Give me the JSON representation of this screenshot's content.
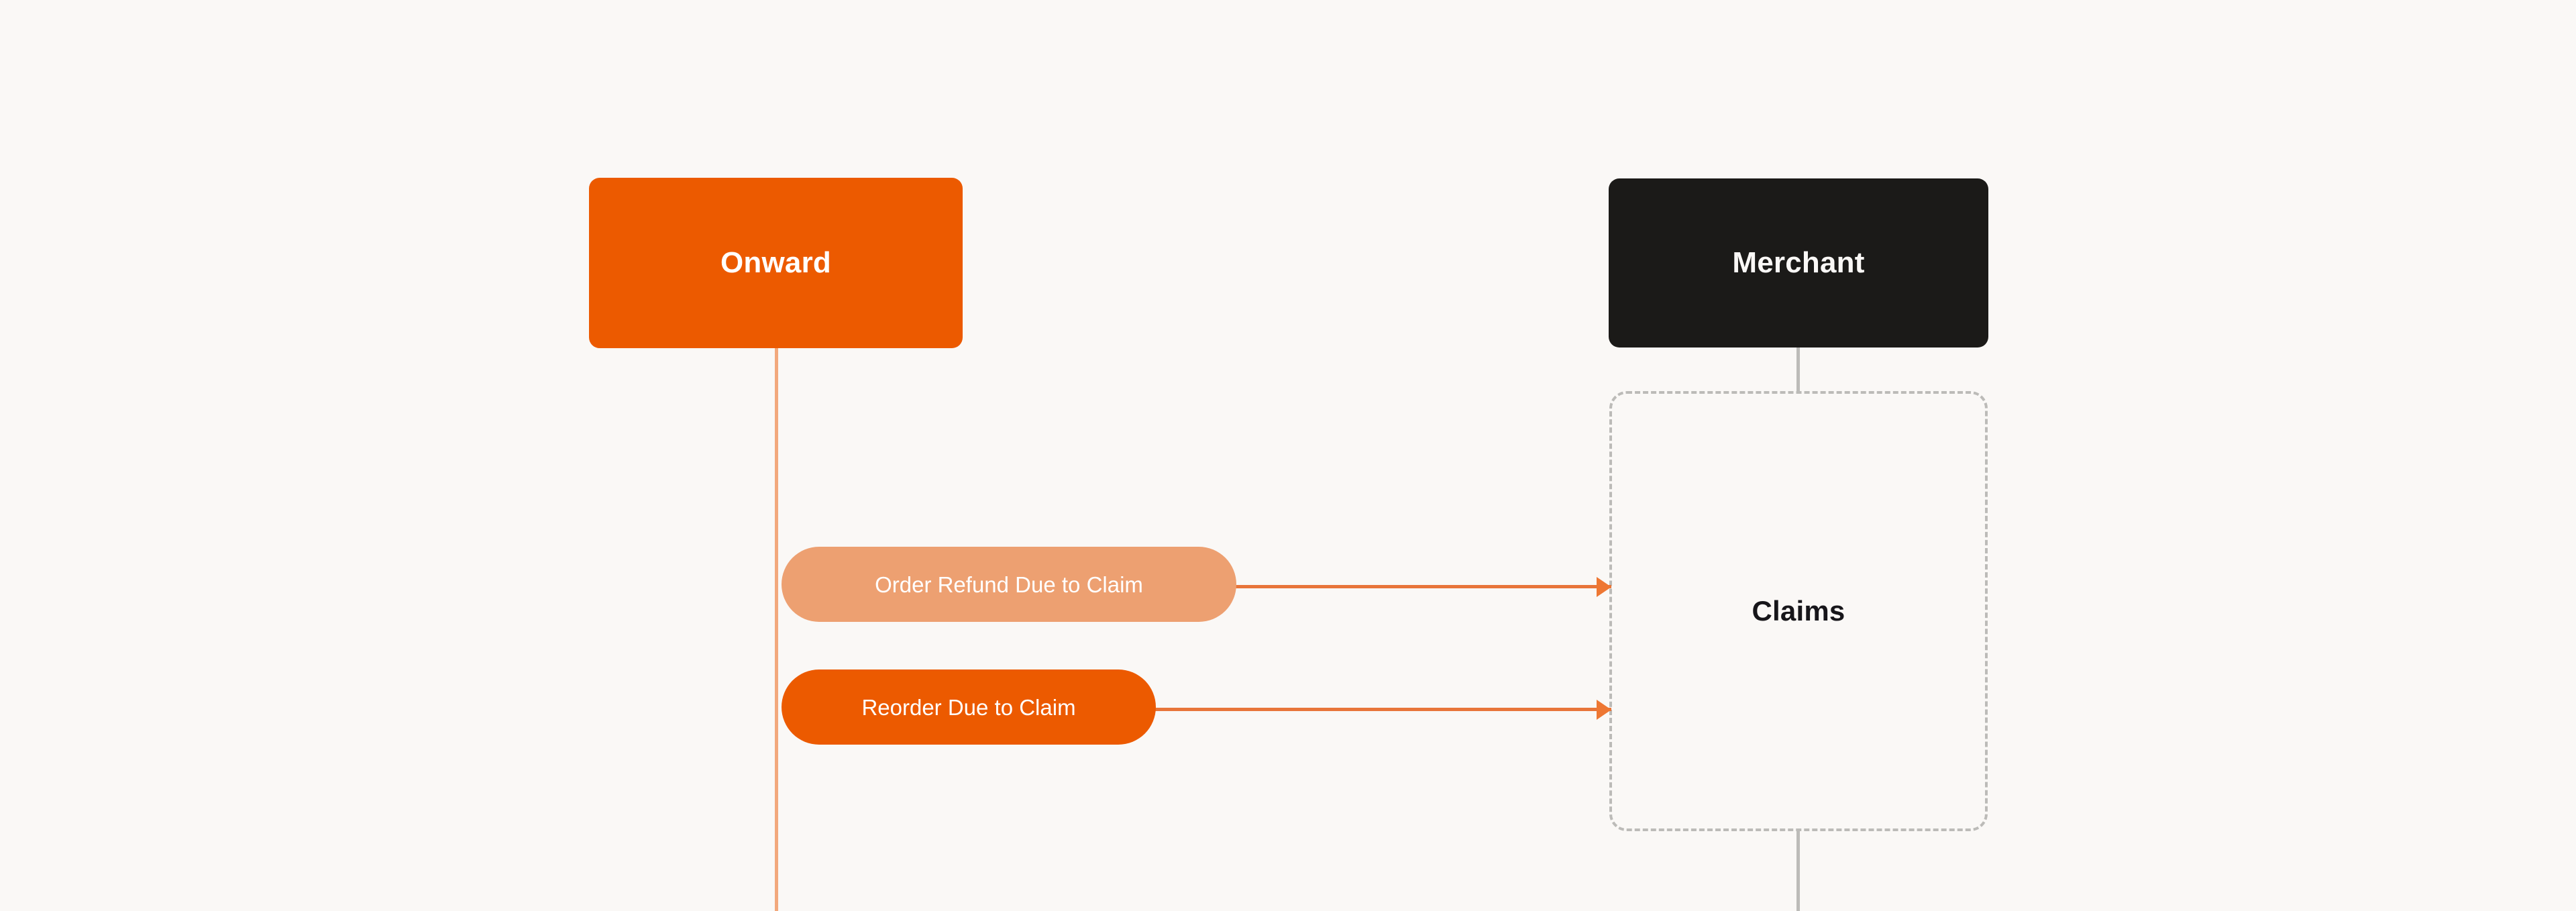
{
  "diagram": {
    "type": "sequence-diagram",
    "background_color": "#faf8f6",
    "participants": [
      {
        "id": "onward",
        "label": "Onward",
        "fill_color": "#ec5a00",
        "text_color": "#ffffff",
        "lifeline_color": "#f2a87c"
      },
      {
        "id": "merchant",
        "label": "Merchant",
        "fill_color": "#1b1a18",
        "text_color": "#faf8f6",
        "lifeline_color": "#bcbbb8"
      }
    ],
    "fragment": {
      "label": "Claims",
      "border_color": "#bcbbb8",
      "border_style": "dashed",
      "text_color": "#17161a"
    },
    "messages": [
      {
        "label": "Order Refund Due to Claim",
        "from": "onward",
        "to": "merchant",
        "pill_color": "#eda071",
        "text_color": "#ffffff",
        "arrow_color": "#e8753a",
        "direction": "right"
      },
      {
        "label": "Reorder Due to Claim",
        "from": "onward",
        "to": "merchant",
        "pill_color": "#ec5a00",
        "text_color": "#ffffff",
        "arrow_color": "#e8753a",
        "direction": "right"
      }
    ]
  }
}
